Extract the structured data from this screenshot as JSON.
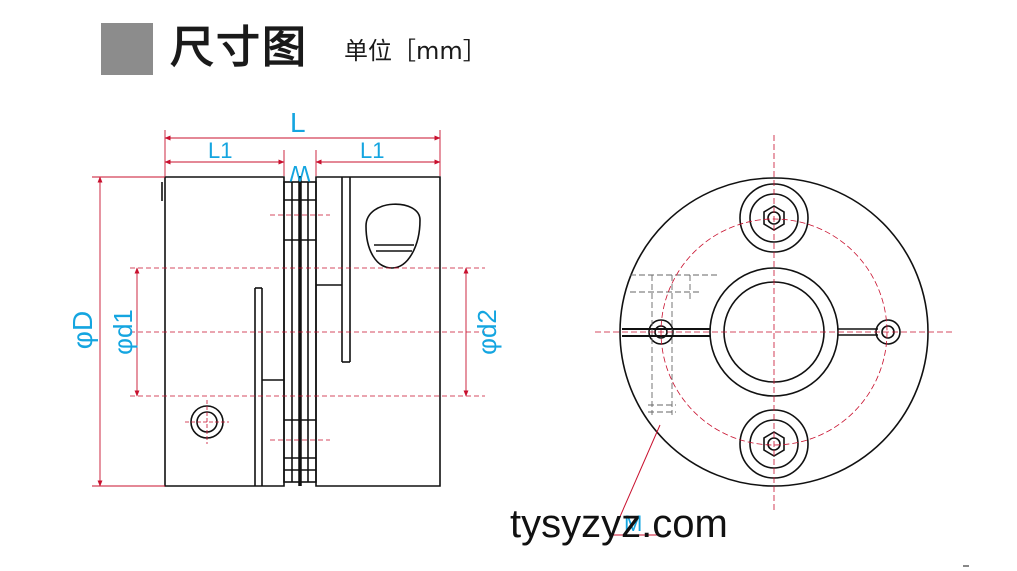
{
  "header": {
    "title": "尺寸图",
    "unit": "单位［mm］"
  },
  "dimensions": {
    "L": "L",
    "L1_left": "L1",
    "L1_right": "L1",
    "W": "W",
    "D": "φD",
    "d1": "φd1",
    "d2": "φd2",
    "M": "M"
  },
  "watermark": "tysyzyz.com",
  "colors": {
    "dimension_text": "#14a5e0",
    "dimension_line": "#c8102e",
    "outline": "#111111",
    "header_square": "#8c8c8c"
  }
}
